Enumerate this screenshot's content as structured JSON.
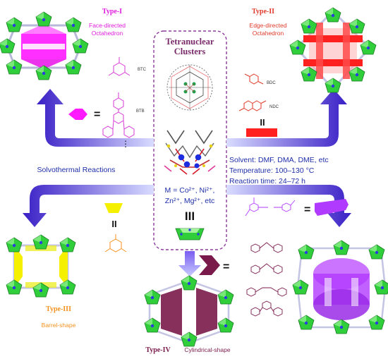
{
  "center": {
    "title_line1": "Tetranuclear",
    "title_line2": "Clusters",
    "ions_line1": "M = Co²⁺, Ni²⁺,",
    "ions_line2": "Zn²⁺, Mg²⁺, etc"
  },
  "conditions": {
    "left": "Solvothermal Reactions",
    "solvent": "Solvent: DMF, DMA, DME, etc",
    "temperature": "Temperature: 100–130 °C",
    "time": "Reaction time: 24–72 h"
  },
  "types": {
    "t1": {
      "title": "Type-I",
      "line1": "Face-directed",
      "line2": "Octahedron"
    },
    "t2": {
      "title": "Type-II",
      "line1": "Edge-directed",
      "line2": "Octahedron"
    },
    "t3": {
      "title": "Type-III",
      "shape": "Barrel-shape"
    },
    "t4": {
      "title": "Type-IV",
      "shape": "Cylindrical-shape"
    }
  },
  "ligands": {
    "btc": "BTC",
    "btb": "BTB",
    "bdc": "BDC",
    "ndc": "NDC",
    "ellipsis": "⋮",
    "equals": "=",
    "parallel": "II",
    "triple": "III"
  },
  "colors": {
    "cluster_green": "#2fce3a",
    "face_magenta": "#ff19ff",
    "edge_red": "#ff2020",
    "barrel_yellow": "#f4f000",
    "cyl_purple": "#b13aff",
    "arrow_blue": "#3b22c8",
    "cyl_maroon": "#7a1a4a"
  }
}
